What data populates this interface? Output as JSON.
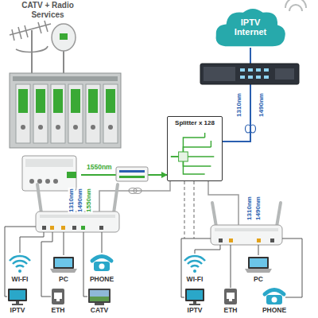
{
  "diagram": {
    "nodes": [
      {
        "text": [
          "CATV + Radio Services"
        ]
      },
      {
        "text": [
          "IPTV Internet"
        ]
      },
      {
        "text": [
          "Splitter x 128"
        ]
      }
    ],
    "edges": [
      {
        "from": 0,
        "to": 2,
        "arrow": "to",
        "label": "1550nm"
      },
      {
        "from": 1,
        "to": 2,
        "arrow": "none"
      }
    ],
    "labels": [
      "1310nm",
      "1490nm",
      "1310nm",
      "1490nm",
      "1550nm",
      "1310nm",
      "1490nm",
      "WI-FI",
      "PC",
      "PHONE",
      "IPTV",
      "ETH",
      "CATV",
      "WI-FI",
      "PC",
      "IPTV",
      "ETH",
      "PHONE"
    ]
  }
}
